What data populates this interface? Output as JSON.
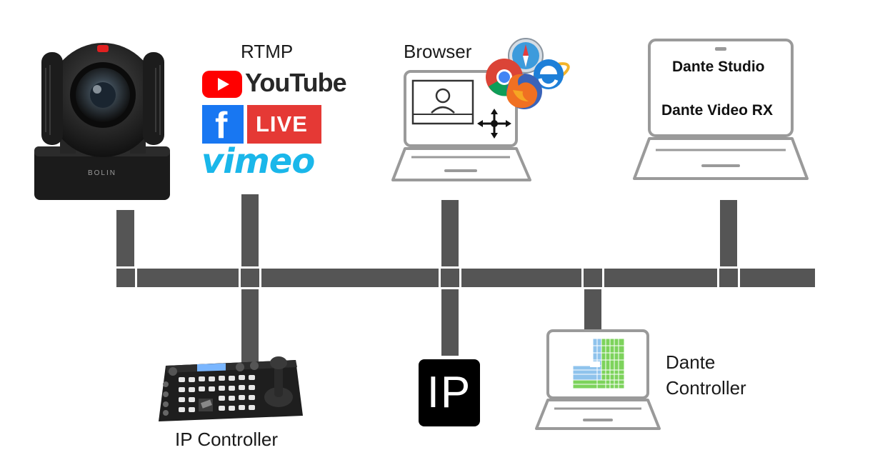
{
  "labels": {
    "rtmp": "RTMP",
    "browser": "Browser",
    "dante_studio": "Dante Studio",
    "dante_video_rx": "Dante Video RX",
    "dante_controller_1": "Dante",
    "dante_controller_2": "Controller",
    "ip_controller": "IP Controller",
    "ip_badge": "IP",
    "camera_brand": "BOLIN"
  },
  "logos": {
    "youtube": "YouTube",
    "facebook_live": "LIVE",
    "facebook_f": "f",
    "vimeo": "vimeo"
  },
  "colors": {
    "bus": "#555555",
    "youtube_red": "#ff0000",
    "facebook_blue": "#1877f2",
    "live_red": "#e53935",
    "vimeo_blue": "#1ab7ea",
    "laptop_outline": "#9a9a9a"
  },
  "icons": [
    "camera-icon",
    "browser-icons",
    "move-arrows-icon",
    "ptz-keyboard-icon",
    "dante-controller-grid-icon"
  ]
}
